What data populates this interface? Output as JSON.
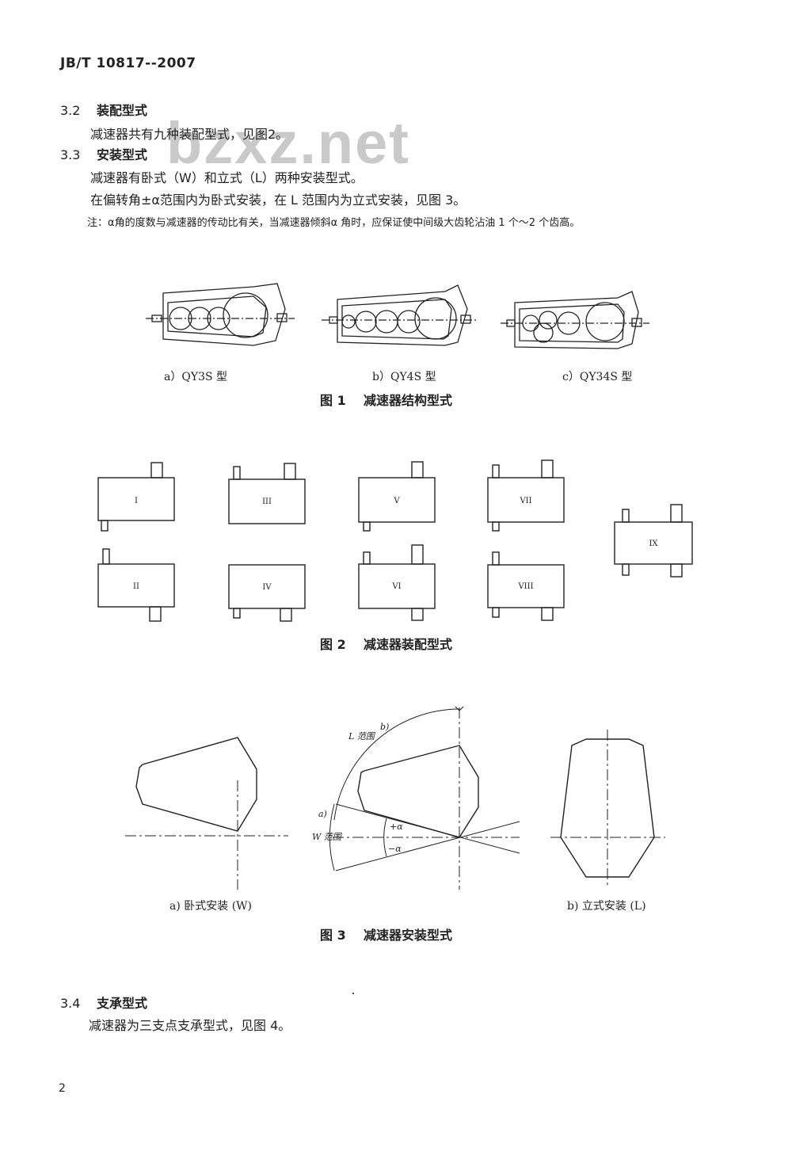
{
  "header": {
    "standard_code": "JB/T 10817--2007"
  },
  "watermark": "bzxz.net",
  "sections": {
    "s3_2": {
      "num": "3.2",
      "title": "装配型式",
      "text": "减速器共有九种装配型式，见图2。"
    },
    "s3_3": {
      "num": "3.3",
      "title": "安装型式",
      "text1": "减速器有卧式（W）和立式（L）两种安装型式。",
      "text2": "在偏转角±α范围内为卧式安装，在 L 范围内为立式安装，见图 3。",
      "note": "注：α角的度数与减速器的传动比有关，当减速器倾斜α 角时，应保证使中间级大齿轮沾油 1 个～2 个齿高。"
    },
    "s3_4": {
      "num": "3.4",
      "title": "支承型式",
      "text": "减速器为三支点支承型式，见图 4。"
    }
  },
  "fig1": {
    "captions": [
      "a）QY3S 型",
      "b）QY4S 型",
      "c）QY34S 型"
    ],
    "title": "图 1    减速器结构型式"
  },
  "fig2": {
    "labels": [
      "I",
      "II",
      "III",
      "IV",
      "V",
      "VI",
      "VII",
      "VIII",
      "IX"
    ],
    "title": "图 2    减速器装配型式"
  },
  "fig3": {
    "label_b": "b)",
    "label_L": "L 范围",
    "label_a": "a)",
    "label_W": "W 范围",
    "plus_alpha": "+α",
    "minus_alpha": "−α",
    "caption_a": "a) 卧式安装 (W)",
    "caption_b": "b) 立式安装 (L)",
    "title": "图 3    减速器安装型式"
  },
  "footer": {
    "page_number": "2"
  }
}
